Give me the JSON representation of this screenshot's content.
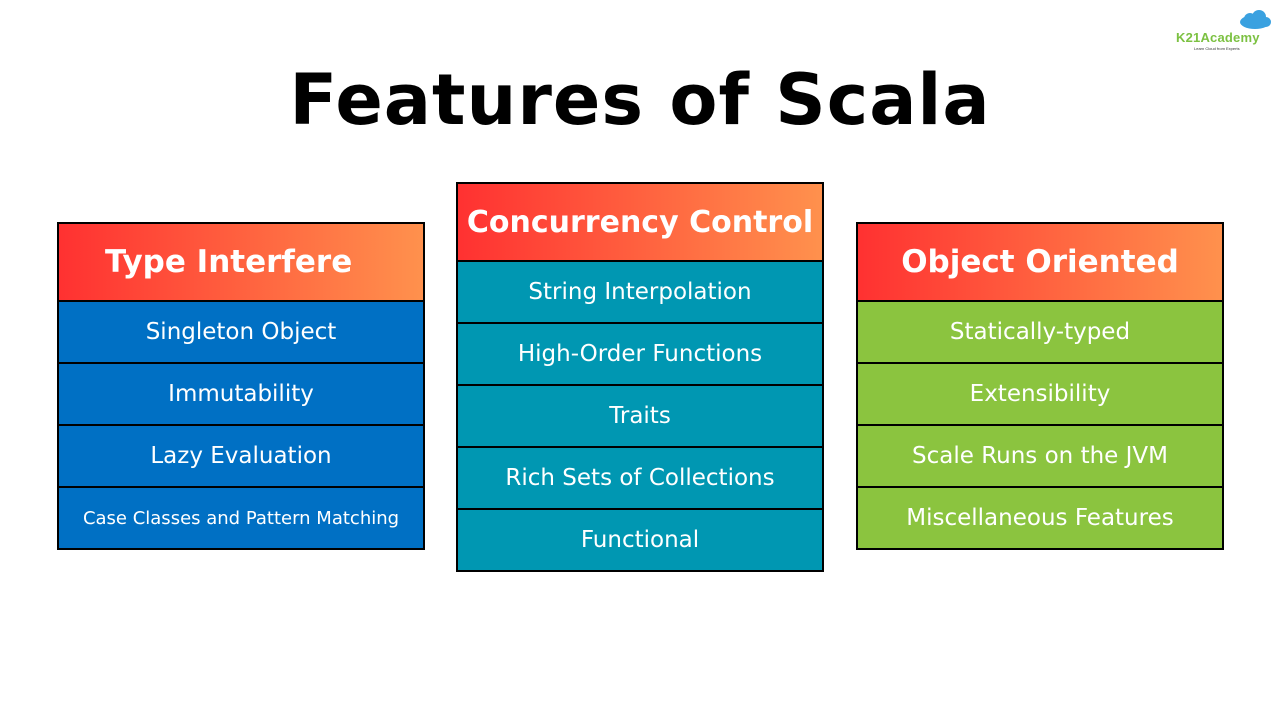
{
  "logo": {
    "name": "K21Academy",
    "tagline": "Learn Cloud from Experts",
    "color": "#7cc142"
  },
  "title": "Features of Scala",
  "columns": [
    {
      "header": "Type Interfere",
      "color": "#0070c4",
      "items": [
        "Singleton Object",
        "Immutability",
        "Lazy Evaluation",
        "Case Classes and Pattern Matching"
      ]
    },
    {
      "header": "Concurrency Control",
      "color": "#0097b2",
      "items": [
        "String Interpolation",
        "High-Order Functions",
        "Traits",
        "Rich Sets of Collections",
        "Functional"
      ]
    },
    {
      "header": "Object Oriented",
      "color": "#8bc43f",
      "items": [
        "Statically-typed",
        "Extensibility",
        "Scale Runs on the JVM",
        "Miscellaneous Features"
      ]
    }
  ],
  "header_gradient": [
    "#ff3131",
    "#ff914d"
  ]
}
